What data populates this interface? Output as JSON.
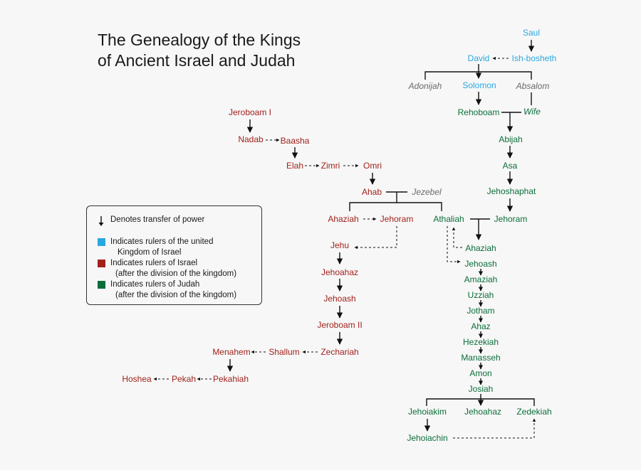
{
  "title": {
    "line1": "The Genealogy of the Kings",
    "line2": "of Ancient Israel and Judah"
  },
  "colors": {
    "united": "#29a8e0",
    "israel": "#a0221b",
    "judah": "#0b6e3a",
    "other": "#6b6b6b"
  },
  "people": {
    "saul": "Saul",
    "david": "David",
    "ish_bosheth": "Ish-bosheth",
    "adonijah": "Adonijah",
    "solomon": "Solomon",
    "absalom": "Absalom",
    "rehoboam": "Rehoboam",
    "wife": "Wife",
    "abijah": "Abijah",
    "asa": "Asa",
    "jehoshaphat": "Jehoshaphat",
    "jehoram_judah": "Jehoram",
    "athaliah": "Athaliah",
    "ahaziah_judah": "Ahaziah",
    "jehoash_judah": "Jehoash",
    "amaziah": "Amaziah",
    "uzziah": "Uzziah",
    "jotham": "Jotham",
    "ahaz": "Ahaz",
    "hezekiah": "Hezekiah",
    "manasseh": "Manasseh",
    "amon": "Amon",
    "josiah": "Josiah",
    "jehoiakim": "Jehoiakim",
    "jehoahaz_judah": "Jehoahaz",
    "zedekiah": "Zedekiah",
    "jehoiachin": "Jehoiachin",
    "jeroboam1": "Jeroboam I",
    "nadab": "Nadab",
    "baasha": "Baasha",
    "elah": "Elah",
    "zimri": "Zimri",
    "omri": "Omri",
    "ahab": "Ahab",
    "jezebel": "Jezebel",
    "ahaziah_israel": "Ahaziah",
    "jehoram_israel": "Jehoram",
    "jehu": "Jehu",
    "jehoahaz_israel": "Jehoahaz",
    "jehoash_israel": "Jehoash",
    "jeroboam2": "Jeroboam II",
    "zechariah": "Zechariah",
    "shallum": "Shallum",
    "menahem": "Menahem",
    "pekahiah": "Pekahiah",
    "pekah": "Pekah",
    "hoshea": "Hoshea"
  },
  "legend": {
    "transfer": "Denotes transfer of power",
    "united_line1": "Indicates rulers of the united",
    "united_line2": "Kingdom of Israel",
    "israel_line1": "Indicates rulers of Israel",
    "israel_line2": "(after the division of the kingdom)",
    "judah_line1": "Indicates rulers of Judah",
    "judah_line2": "(after the division of the kingdom)"
  }
}
